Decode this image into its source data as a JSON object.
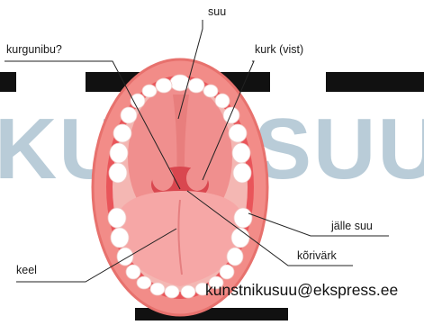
{
  "background_text": {
    "left": "KU",
    "right": "SUU",
    "color": "#b9ccd8"
  },
  "labels": {
    "suu": "suu",
    "kurgunibu": "kurgunibu?",
    "kurk": "kurk (vist)",
    "jalle_suu": "jälle suu",
    "korivark": "kõrivärk",
    "keel": "keel"
  },
  "credit": "kunstnikusuu@ekspress.ee",
  "colors": {
    "lips": "#f28c88",
    "lips_edge": "#e7716d",
    "mouth_inside": "#e9555a",
    "tongue": "#f6a7a6",
    "teeth": "#ffffff",
    "gums": "#f4b7b3",
    "bar": "#111111"
  }
}
